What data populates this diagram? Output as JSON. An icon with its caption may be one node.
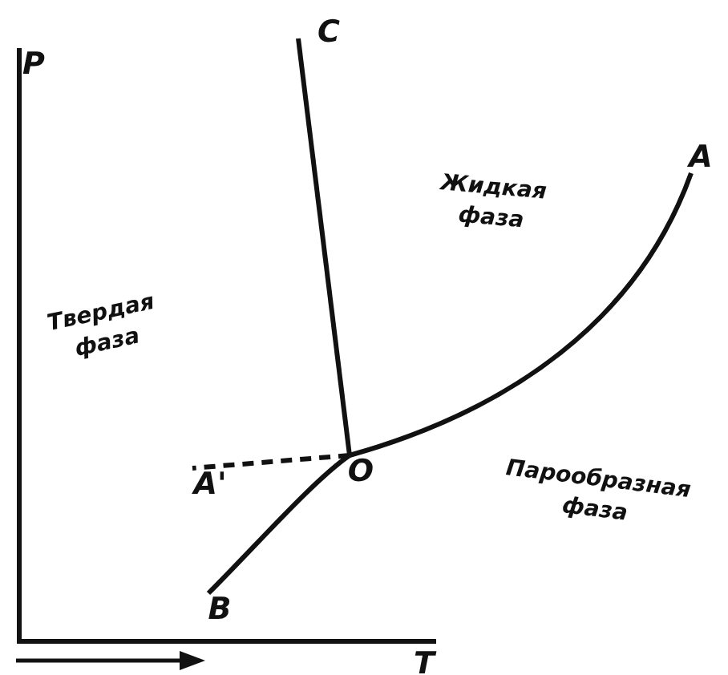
{
  "diagram": {
    "nodes": [
      {
        "text": [
          "O"
        ]
      },
      {
        "text": [
          "A"
        ]
      },
      {
        "text": [
          "C"
        ]
      },
      {
        "text": [
          "B"
        ]
      },
      {
        "text": [
          "A'"
        ]
      }
    ],
    "edges": [
      {
        "from": 0,
        "to": 1,
        "arrow": "none"
      },
      {
        "from": 0,
        "to": 2,
        "arrow": "none"
      },
      {
        "from": 0,
        "to": 3,
        "arrow": "none"
      },
      {
        "from": 0,
        "to": 4,
        "arrow": "none",
        "style": "dashed"
      }
    ],
    "labels": [
      "P",
      "Жидкая фаза",
      "Твердая фаза",
      "Парообразная фаза",
      "T"
    ]
  }
}
